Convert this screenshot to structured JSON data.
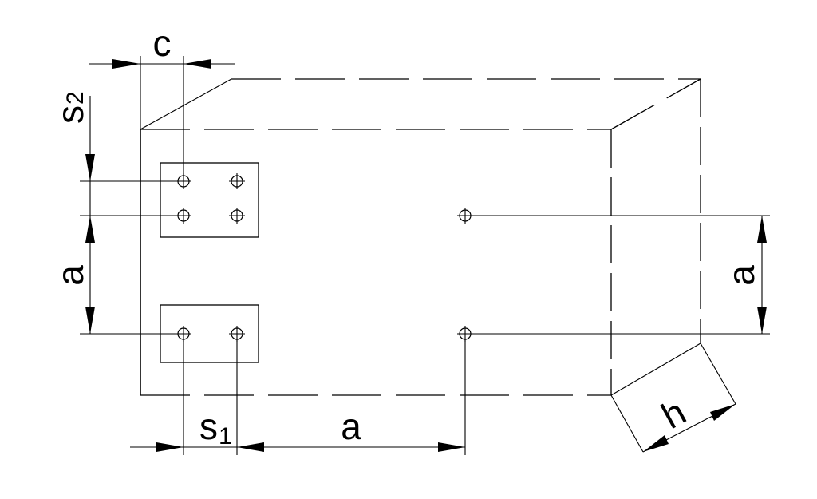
{
  "labels": {
    "c": "c",
    "s2_base": "s",
    "s2_sub": "2",
    "a_left": "a",
    "a_right": "a",
    "s1_base": "s",
    "s1_sub": "1",
    "a_bottom": "a",
    "h": "h"
  },
  "colors": {
    "line": "#000000",
    "background": "#ffffff"
  }
}
